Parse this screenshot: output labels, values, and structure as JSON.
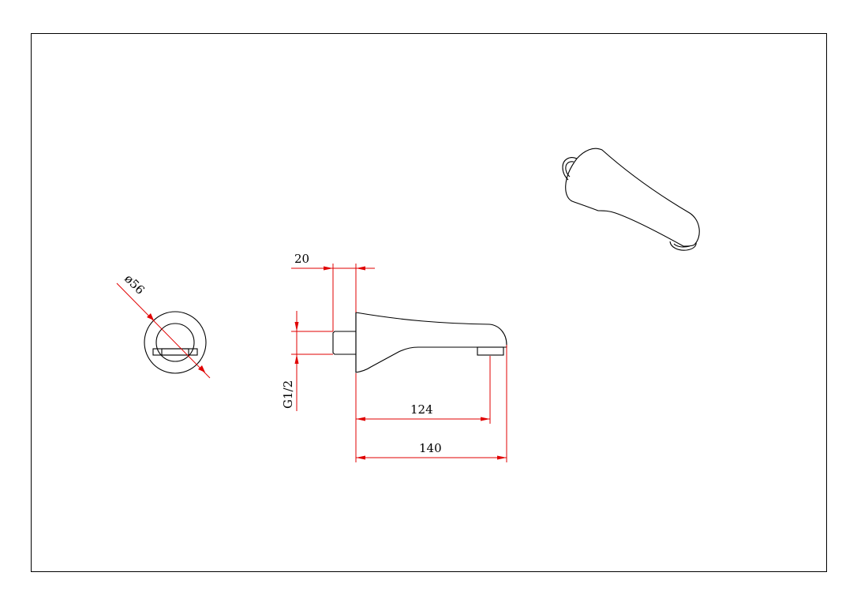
{
  "drawing": {
    "colors": {
      "outline": "#000000",
      "dimension": "#e00000",
      "background": "#ffffff"
    },
    "dimensions": {
      "diameter": "ø56",
      "inlet_length": "20",
      "thread": "G1/2",
      "outlet_length": "124",
      "overall_length": "140"
    }
  }
}
